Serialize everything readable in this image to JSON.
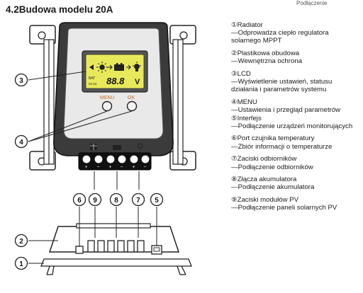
{
  "top_cut_text": "Podłączenie",
  "title": "4.2Budowa modelu 20A",
  "lcd": {
    "digits": "88.8",
    "unit": "V",
    "small_left": "BAT",
    "small_row": "01:54"
  },
  "buttons": {
    "menu": "MENU",
    "ok": "OK"
  },
  "callouts": [
    "3",
    "4",
    "2",
    "1",
    "6",
    "9",
    "8",
    "7",
    "5"
  ],
  "terminal_signs": [
    "+",
    "−",
    "+",
    "−",
    "+",
    "−"
  ],
  "legend": [
    {
      "num": "①",
      "name": "Radiator",
      "desc": [
        "—Odprowadza ciepło regulatora",
        "solarnego MPPT"
      ]
    },
    {
      "num": "②",
      "name": "Plastikowa obudowa",
      "desc": [
        "—Wewnętrzna ochrona"
      ]
    },
    {
      "num": "③",
      "name": "LCD",
      "desc": [
        "—Wyświetlenie ustawień, statusu",
        "działania i parametrów systemu"
      ]
    },
    {
      "num": "④",
      "name": "MENU",
      "desc": [
        "—Ustawienia i przegląd parametrów"
      ]
    },
    {
      "num": "⑤",
      "name": "Interfejs",
      "desc": [
        "—Podłączenie urządzeń monitorujących"
      ]
    },
    {
      "num": "⑥",
      "name": "Port czujnika temperatury",
      "desc": [
        "—Zbiór informacji o temperaturze"
      ]
    },
    {
      "num": "⑦",
      "name": "Zaciski odbiorników",
      "desc": [
        "—Podłączenie odbiorników"
      ]
    },
    {
      "num": "⑧",
      "name": "Złącza akumulatora",
      "desc": [
        "—Podłączenie akumulatora"
      ]
    },
    {
      "num": "⑨",
      "name": "Zaciski modułów PV",
      "desc": [
        "—Podłączenie paneli solarnych PV"
      ]
    }
  ]
}
